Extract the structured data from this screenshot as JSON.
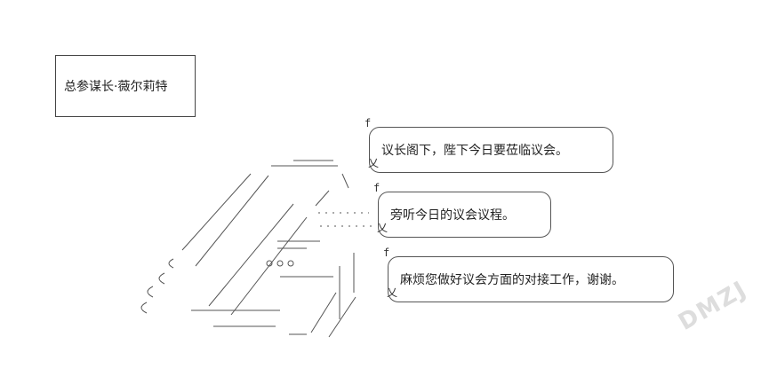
{
  "caption": {
    "name": "总参谋长·薇尔莉特"
  },
  "dialogue": [
    {
      "text": "议长阁下，陛下今日要莅临议会。"
    },
    {
      "text": "旁听今日的议会议程。"
    },
    {
      "text": "麻烦您做好议会方面的对接工作，谢谢。"
    }
  ],
  "watermark": {
    "text": "DMZJ"
  },
  "colors": {
    "line": "#555555",
    "text": "#222222",
    "background": "#ffffff"
  }
}
